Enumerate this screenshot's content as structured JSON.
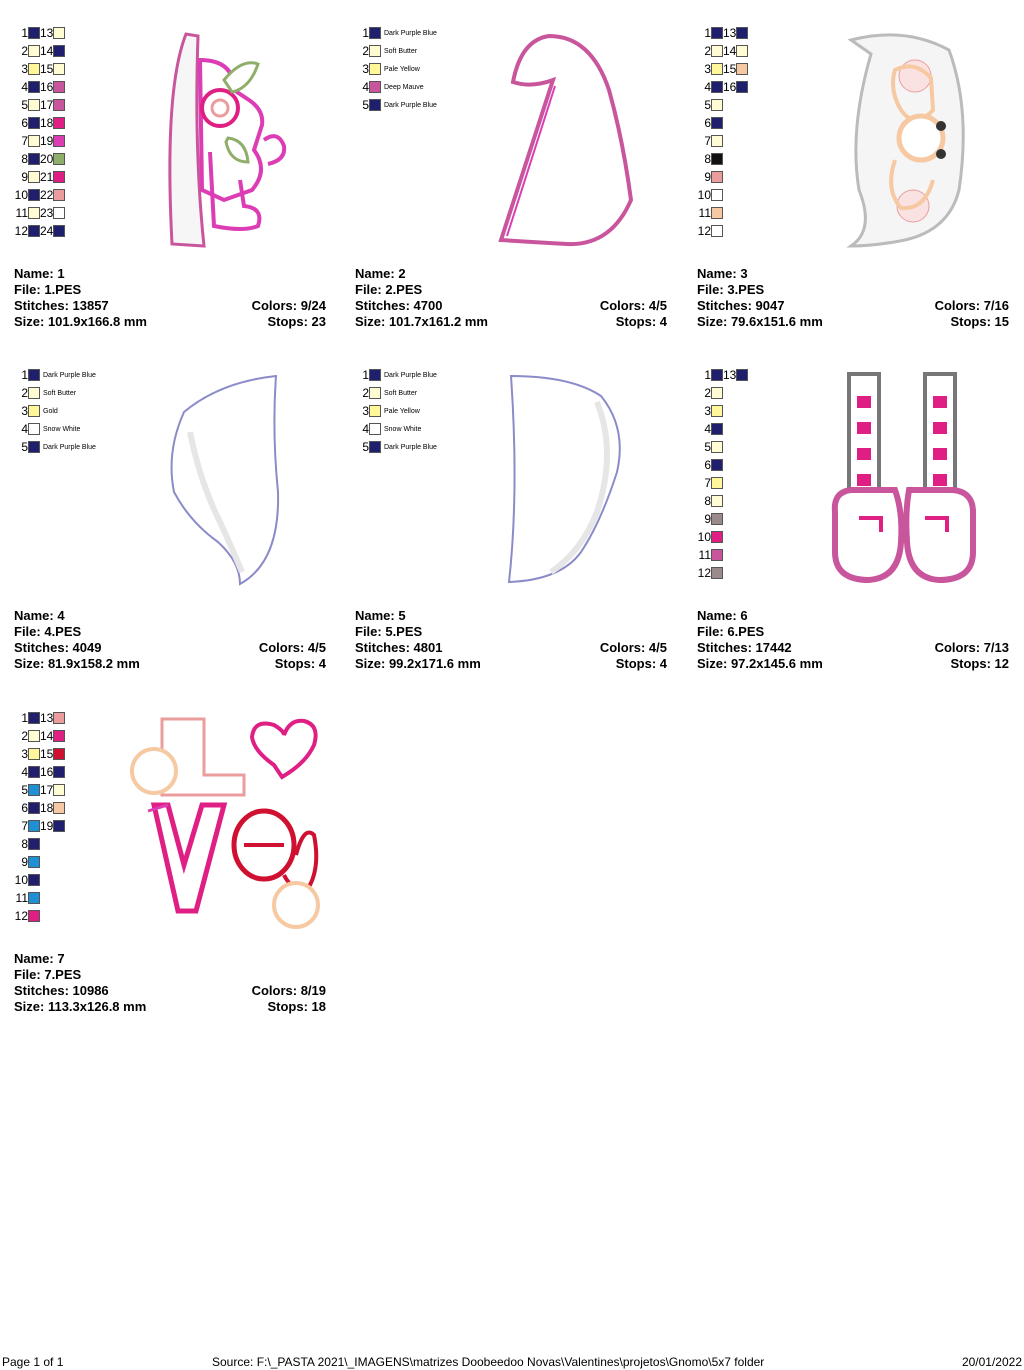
{
  "colors": {
    "dark": "#1f1f6e",
    "cream": "#fffbd2",
    "yellow": "#fff79a",
    "white": "#ffffff",
    "mauve": "#c9559c",
    "hotpink": "#e01f85",
    "magenta": "#dc3db4",
    "green": "#8fae6a",
    "rose": "#eb9d9d",
    "peach": "#f6c9a3",
    "black": "#111111",
    "brown": "#9a8a8a",
    "blue": "#1f8fd6",
    "red": "#d01030"
  },
  "designs": [
    {
      "name_label": "Name: 1",
      "file_label": "File: 1.PES",
      "stitches_label": "Stitches: 13857",
      "colors_label": "Colors: 9/24",
      "size_label": "Size: 101.9x166.8 mm",
      "stops_label": "Stops: 23",
      "swatches": [
        {
          "n": "1",
          "c": "dark"
        },
        {
          "n": "2",
          "c": "cream"
        },
        {
          "n": "3",
          "c": "yellow"
        },
        {
          "n": "4",
          "c": "dark"
        },
        {
          "n": "5",
          "c": "cream"
        },
        {
          "n": "6",
          "c": "dark"
        },
        {
          "n": "7",
          "c": "cream"
        },
        {
          "n": "8",
          "c": "dark"
        },
        {
          "n": "9",
          "c": "cream"
        },
        {
          "n": "10",
          "c": "dark"
        },
        {
          "n": "11",
          "c": "cream"
        },
        {
          "n": "12",
          "c": "dark"
        }
      ],
      "swatches2": [
        {
          "n": "13",
          "c": "cream"
        },
        {
          "n": "14",
          "c": "dark"
        },
        {
          "n": "15",
          "c": "cream"
        },
        {
          "n": "16",
          "c": "mauve"
        },
        {
          "n": "17",
          "c": "mauve"
        },
        {
          "n": "18",
          "c": "hotpink"
        },
        {
          "n": "19",
          "c": "magenta"
        },
        {
          "n": "20",
          "c": "green"
        },
        {
          "n": "21",
          "c": "hotpink"
        },
        {
          "n": "22",
          "c": "rose"
        },
        {
          "n": "23",
          "c": "white"
        },
        {
          "n": "24",
          "c": "dark"
        }
      ]
    },
    {
      "name_label": "Name: 2",
      "file_label": "File: 2.PES",
      "stitches_label": "Stitches: 4700",
      "colors_label": "Colors: 4/5",
      "size_label": "Size: 101.7x161.2 mm",
      "stops_label": "Stops: 4",
      "swatches": [
        {
          "n": "1",
          "c": "dark",
          "label": "Dark Purple Blue"
        },
        {
          "n": "2",
          "c": "cream",
          "label": "Soft Butter"
        },
        {
          "n": "3",
          "c": "yellow",
          "label": "Pale Yellow"
        },
        {
          "n": "4",
          "c": "mauve",
          "label": "Deep Mauve"
        },
        {
          "n": "5",
          "c": "dark",
          "label": "Dark Purple Blue"
        }
      ]
    },
    {
      "name_label": "Name: 3",
      "file_label": "File: 3.PES",
      "stitches_label": "Stitches: 9047",
      "colors_label": "Colors: 7/16",
      "size_label": "Size: 79.6x151.6 mm",
      "stops_label": "Stops: 15",
      "swatches": [
        {
          "n": "1",
          "c": "dark"
        },
        {
          "n": "2",
          "c": "cream"
        },
        {
          "n": "3",
          "c": "yellow"
        },
        {
          "n": "4",
          "c": "dark"
        },
        {
          "n": "5",
          "c": "cream"
        },
        {
          "n": "6",
          "c": "dark"
        },
        {
          "n": "7",
          "c": "cream"
        },
        {
          "n": "8",
          "c": "black"
        },
        {
          "n": "9",
          "c": "rose"
        },
        {
          "n": "10",
          "c": "white"
        },
        {
          "n": "11",
          "c": "peach"
        },
        {
          "n": "12",
          "c": "white"
        }
      ],
      "swatches2": [
        {
          "n": "13",
          "c": "dark"
        },
        {
          "n": "14",
          "c": "cream"
        },
        {
          "n": "15",
          "c": "peach"
        },
        {
          "n": "16",
          "c": "dark"
        }
      ]
    },
    {
      "name_label": "Name: 4",
      "file_label": "File: 4.PES",
      "stitches_label": "Stitches: 4049",
      "colors_label": "Colors: 4/5",
      "size_label": "Size: 81.9x158.2 mm",
      "stops_label": "Stops: 4",
      "swatches": [
        {
          "n": "1",
          "c": "dark",
          "label": "Dark Purple Blue"
        },
        {
          "n": "2",
          "c": "cream",
          "label": "Soft Butter"
        },
        {
          "n": "3",
          "c": "yellow",
          "label": "Gold"
        },
        {
          "n": "4",
          "c": "white",
          "label": "Snow White"
        },
        {
          "n": "5",
          "c": "dark",
          "label": "Dark Purple Blue"
        }
      ]
    },
    {
      "name_label": "Name: 5",
      "file_label": "File: 5.PES",
      "stitches_label": "Stitches: 4801",
      "colors_label": "Colors: 4/5",
      "size_label": "Size: 99.2x171.6 mm",
      "stops_label": "Stops: 4",
      "swatches": [
        {
          "n": "1",
          "c": "dark",
          "label": "Dark Purple Blue"
        },
        {
          "n": "2",
          "c": "cream",
          "label": "Soft Butter"
        },
        {
          "n": "3",
          "c": "yellow",
          "label": "Pale Yellow"
        },
        {
          "n": "4",
          "c": "white",
          "label": "Snow White"
        },
        {
          "n": "5",
          "c": "dark",
          "label": "Dark Purple Blue"
        }
      ]
    },
    {
      "name_label": "Name: 6",
      "file_label": "File: 6.PES",
      "stitches_label": "Stitches: 17442",
      "colors_label": "Colors: 7/13",
      "size_label": "Size: 97.2x145.6 mm",
      "stops_label": "Stops: 12",
      "swatches": [
        {
          "n": "1",
          "c": "dark"
        },
        {
          "n": "2",
          "c": "cream"
        },
        {
          "n": "3",
          "c": "yellow"
        },
        {
          "n": "4",
          "c": "dark"
        },
        {
          "n": "5",
          "c": "cream"
        },
        {
          "n": "6",
          "c": "dark"
        },
        {
          "n": "7",
          "c": "yellow"
        },
        {
          "n": "8",
          "c": "cream"
        },
        {
          "n": "9",
          "c": "brown"
        },
        {
          "n": "10",
          "c": "hotpink"
        },
        {
          "n": "11",
          "c": "mauve"
        },
        {
          "n": "12",
          "c": "brown"
        }
      ],
      "swatches2": [
        {
          "n": "13",
          "c": "dark"
        }
      ]
    },
    {
      "name_label": "Name: 7",
      "file_label": "File: 7.PES",
      "stitches_label": "Stitches: 10986",
      "colors_label": "Colors: 8/19",
      "size_label": "Size: 113.3x126.8 mm",
      "stops_label": "Stops: 18",
      "swatches": [
        {
          "n": "1",
          "c": "dark"
        },
        {
          "n": "2",
          "c": "cream"
        },
        {
          "n": "3",
          "c": "yellow"
        },
        {
          "n": "4",
          "c": "dark"
        },
        {
          "n": "5",
          "c": "blue"
        },
        {
          "n": "6",
          "c": "dark"
        },
        {
          "n": "7",
          "c": "blue"
        },
        {
          "n": "8",
          "c": "dark"
        },
        {
          "n": "9",
          "c": "blue"
        },
        {
          "n": "10",
          "c": "dark"
        },
        {
          "n": "11",
          "c": "blue"
        },
        {
          "n": "12",
          "c": "hotpink"
        }
      ],
      "swatches2": [
        {
          "n": "13",
          "c": "rose"
        },
        {
          "n": "14",
          "c": "hotpink"
        },
        {
          "n": "15",
          "c": "red"
        },
        {
          "n": "16",
          "c": "dark"
        },
        {
          "n": "17",
          "c": "cream"
        },
        {
          "n": "18",
          "c": "peach"
        },
        {
          "n": "19",
          "c": "dark"
        }
      ]
    }
  ],
  "footer": {
    "page": "Page 1 of 1",
    "source": "Source: F:\\_PASTA 2021\\_IMAGENS\\matrizes Doobeedoo Novas\\Valentines\\projetos\\Gnomo\\5x7 folder",
    "date": "20/01/2022"
  }
}
